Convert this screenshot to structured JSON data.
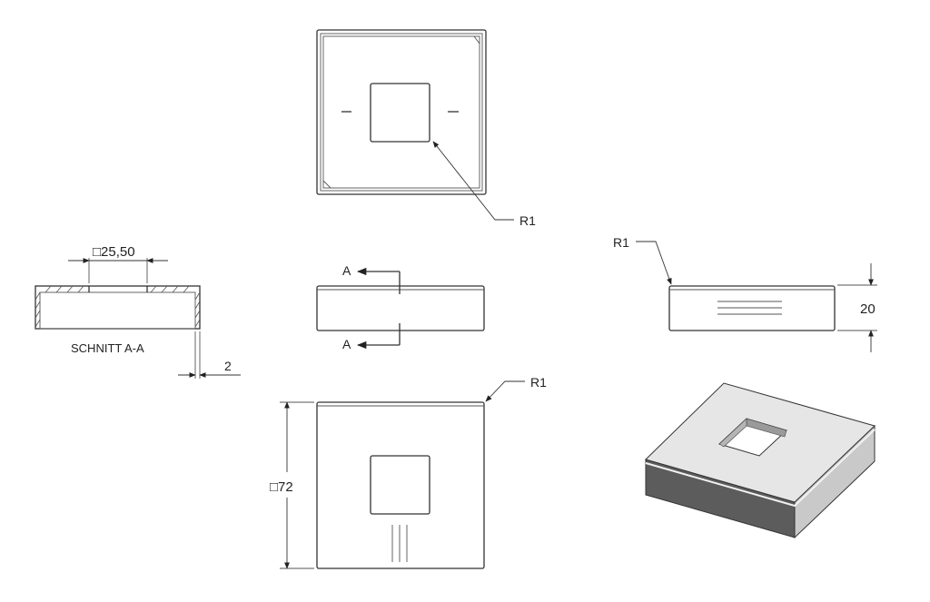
{
  "labels": {
    "r1_top": "R1",
    "r1_right": "R1",
    "r1_bottom": "R1",
    "section_width": "□25,50",
    "section_title": "SCHNITT A-A",
    "wall_thickness": "2",
    "section_arrow_top": "A",
    "section_arrow_bottom": "A",
    "height": "20",
    "outer_size": "□72"
  },
  "colors": {
    "line": "#333333",
    "iso_top": "#e6e6e6",
    "iso_front": "#5c5c5c",
    "iso_side": "#c9c9c9"
  }
}
